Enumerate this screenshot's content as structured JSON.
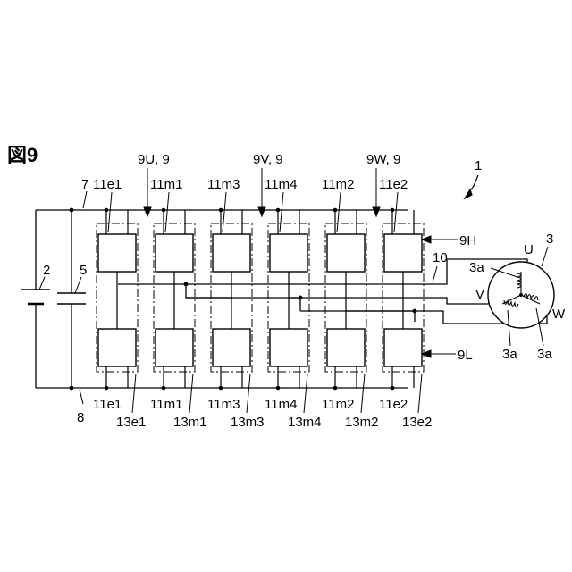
{
  "figure": {
    "title": "図9",
    "system_ref": "1",
    "labels": {
      "battery": "2",
      "capacitor": "5",
      "motor": "3",
      "coil": "3a",
      "upper_bus": "7",
      "lower_bus": "8",
      "upper_arm": "9H",
      "lower_arm": "9L",
      "harness": "10",
      "phase_u": "U",
      "phase_v": "V",
      "phase_w": "W"
    },
    "phase_groups": [
      {
        "label": "9U, 9"
      },
      {
        "label": "9V, 9"
      },
      {
        "label": "9W, 9"
      }
    ],
    "columns": [
      {
        "top": "11e1",
        "bottom": "11e1",
        "group": "13e1"
      },
      {
        "top": "11m1",
        "bottom": "11m1",
        "group": "13m1"
      },
      {
        "top": "11m3",
        "bottom": "11m3",
        "group": "13m3"
      },
      {
        "top": "11m4",
        "bottom": "11m4",
        "group": "13m4"
      },
      {
        "top": "11m2",
        "bottom": "11m2",
        "group": "13m2"
      },
      {
        "top": "11e2",
        "bottom": "11e2",
        "group": "13e2"
      }
    ]
  }
}
